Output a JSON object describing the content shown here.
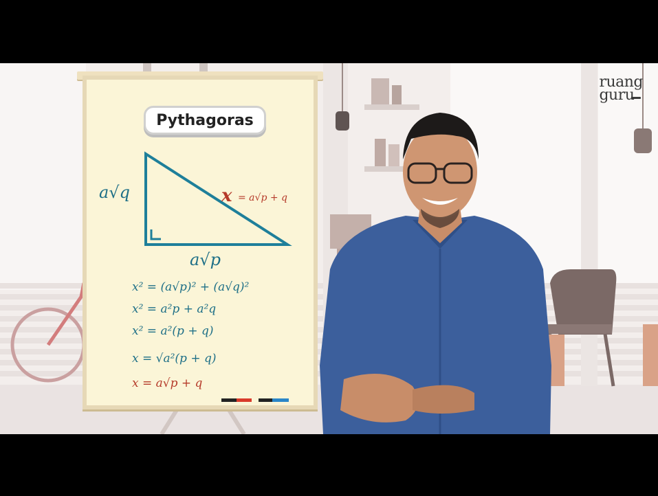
{
  "logo": {
    "line1": "ruang",
    "line2": "guru"
  },
  "board": {
    "title": "Pythagoras",
    "left_side_label": "a√q",
    "bottom_side_label": "a√p",
    "hypotenuse_var": "x",
    "hypotenuse_rest": "= a√p + q",
    "equations": [
      "x² = (a√p)² + (a√q)²",
      "x² = a²p + a²q",
      "x² = a²(p + q)",
      "x = √a²(p + q)",
      "x = a√p + q"
    ]
  },
  "colors": {
    "blue": "#1e6f87",
    "red": "#b53a2a",
    "board": "#fbf5d7",
    "shirt": "#3c5f9c"
  }
}
